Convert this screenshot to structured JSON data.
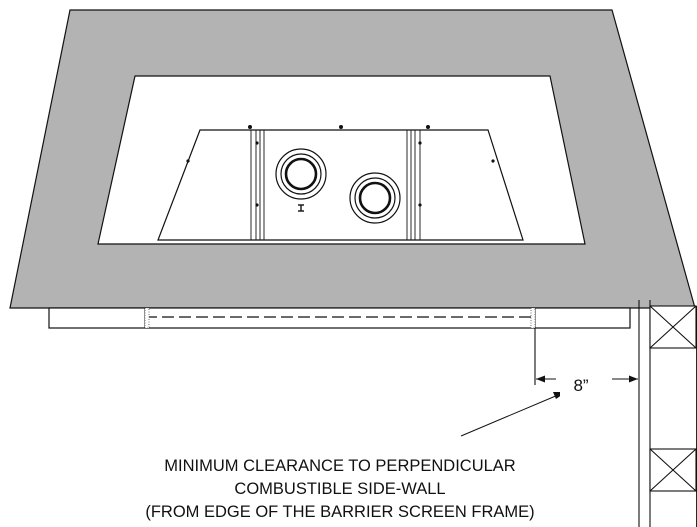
{
  "clearance": {
    "dimension_label": "8”"
  },
  "caption": {
    "line1": "MINIMUM CLEARANCE TO PERPENDICULAR",
    "line2": "COMBUSTIBLE SIDE-WALL",
    "line3": "(FROM EDGE OF THE BARRIER SCREEN FRAME)"
  },
  "colors": {
    "surround_fill": "#b3b3b3",
    "line": "#111111",
    "background": "#ffffff"
  }
}
